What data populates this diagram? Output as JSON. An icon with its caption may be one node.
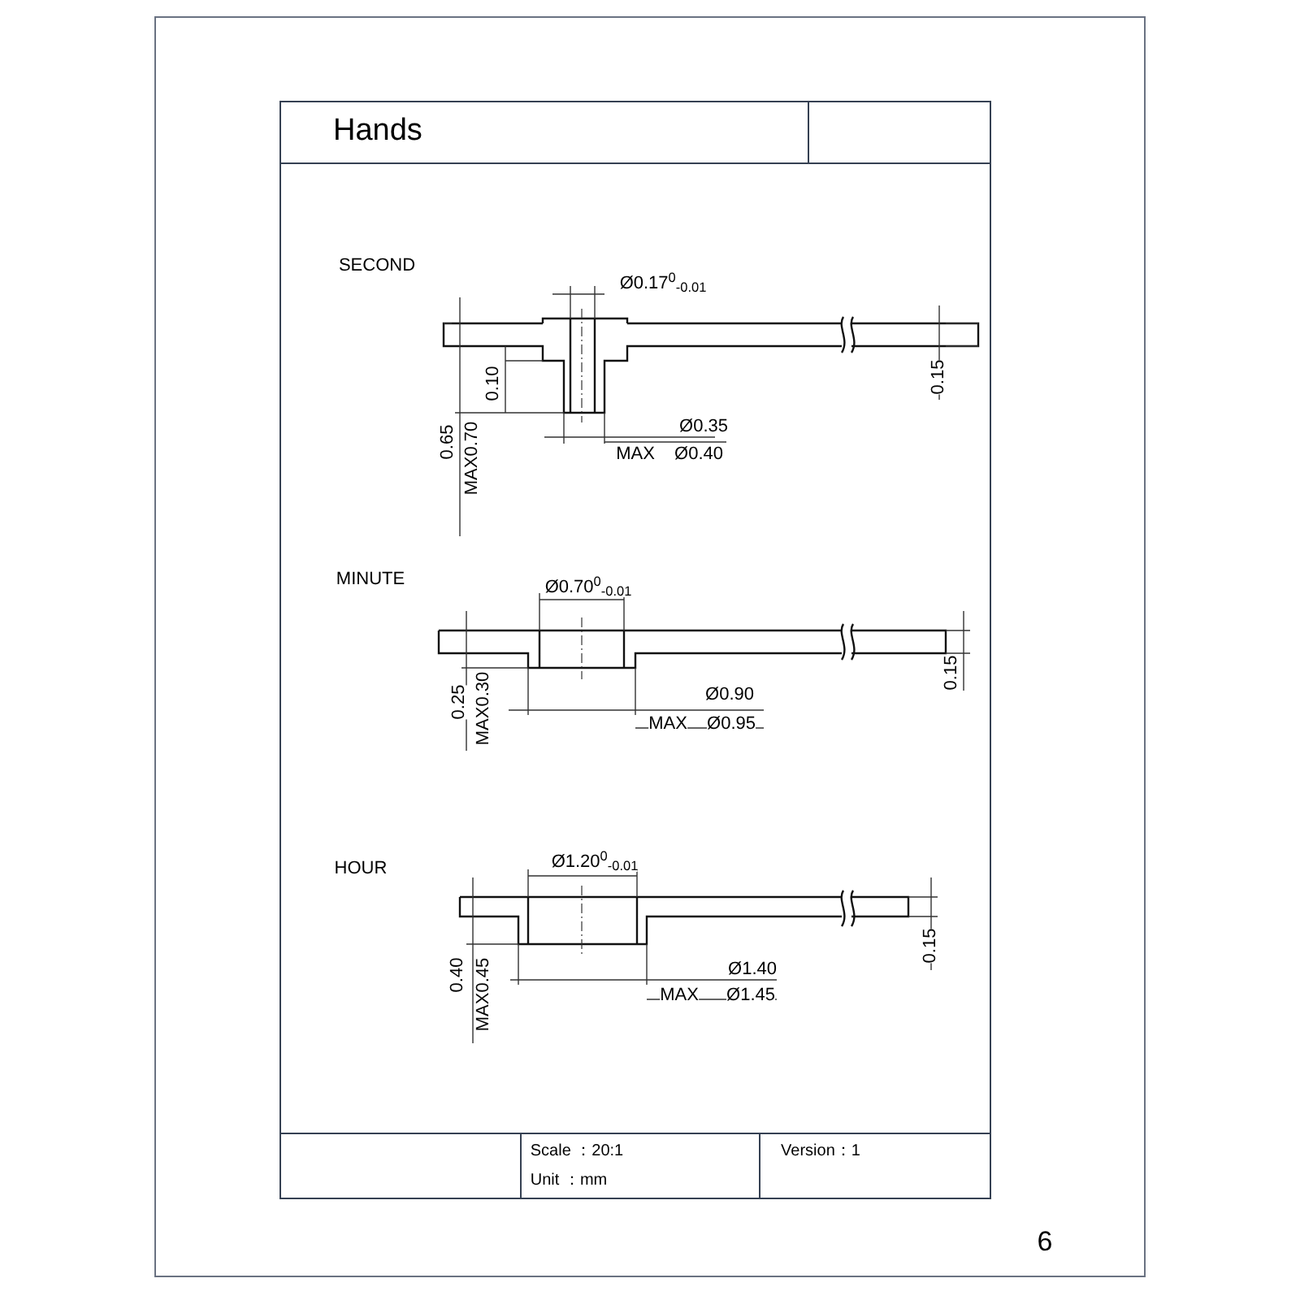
{
  "diagram": {
    "title": "Hands",
    "labels": [
      "SECOND",
      "Ø0.17$^{0}$$_{-0.01}$",
      "0.10",
      "0.15",
      "0.65",
      "MAX0.70",
      "Ø0.35",
      "MAX",
      "Ø0.40",
      "MINUTE",
      "Ø0.70$^{0}$$_{-0.01}$",
      "0.15",
      "0.25",
      "MAX0.30",
      "Ø0.90",
      "MAX",
      "Ø0.95",
      "HOUR",
      "Ø1.20$^{0}$$_{-0.01}$",
      "0.40",
      "MAX0.45",
      "Ø1.40",
      "MAX",
      "Ø1.45",
      "0.15",
      "Scale ：20:1",
      "Unit ：mm",
      "Version：1",
      "6"
    ]
  }
}
